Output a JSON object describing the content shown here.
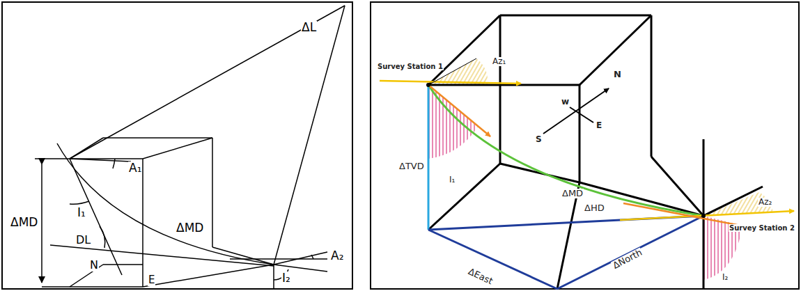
{
  "diagram": {
    "labels": [
      "ΔL",
      "A₁",
      "ΔMD",
      "I₁",
      "DL",
      "N",
      "ΔMD",
      "E",
      "A₂",
      "I₂",
      "Survey Station 1",
      "Az₁",
      "N",
      "w",
      "S",
      "E",
      "ΔTVD",
      "I₁",
      "ΔMD",
      "ΔHD",
      "Az₂",
      "Survey Station 2",
      "ΔEast",
      "ΔNorth",
      "I₂"
    ]
  }
}
